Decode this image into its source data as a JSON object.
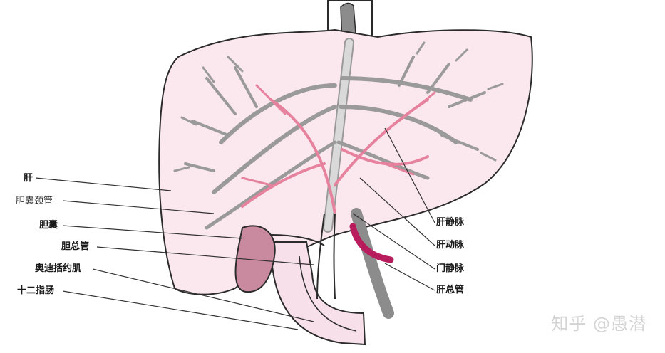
{
  "labels_left": {
    "liver": "肝",
    "cystic_duct": "胆囊颈管",
    "gallbladder": "胆囊",
    "common_bile_duct": "胆总管",
    "sphincter_of_oddi": "奥迪括约肌",
    "duodenum": "十二指肠"
  },
  "labels_right": {
    "hepatic_vein": "肝静脉",
    "hepatic_artery": "肝动脉",
    "portal_vein": "门静脉",
    "common_hepatic_duct": "肝总管"
  },
  "watermark": "知乎 @愚潜",
  "colors": {
    "liver_fill": "#fbe7ee",
    "outline": "#2b2b2b",
    "vessel_gray": "#9a9a9a",
    "artery_pink": "#e6829e",
    "gallbladder": "#c98aa0",
    "portal_vein_dark": "#b81c5c"
  }
}
